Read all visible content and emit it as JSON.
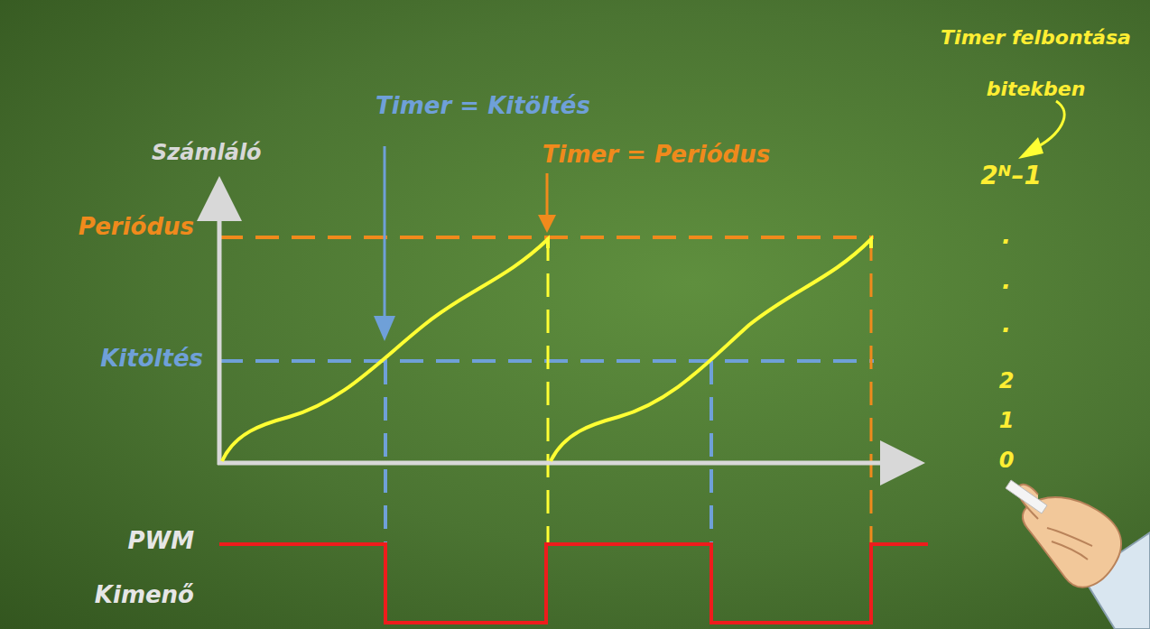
{
  "diagram": {
    "labels": [
      "Timer felbontása bitekben",
      "Timer = Kitöltés",
      "Számláló",
      "Timer = Periódus",
      "2ᴺ–1",
      "Periódus",
      ".",
      ".",
      ".",
      "Kitöltés",
      "2",
      "1",
      "0",
      "PWM Kimenő"
    ]
  }
}
